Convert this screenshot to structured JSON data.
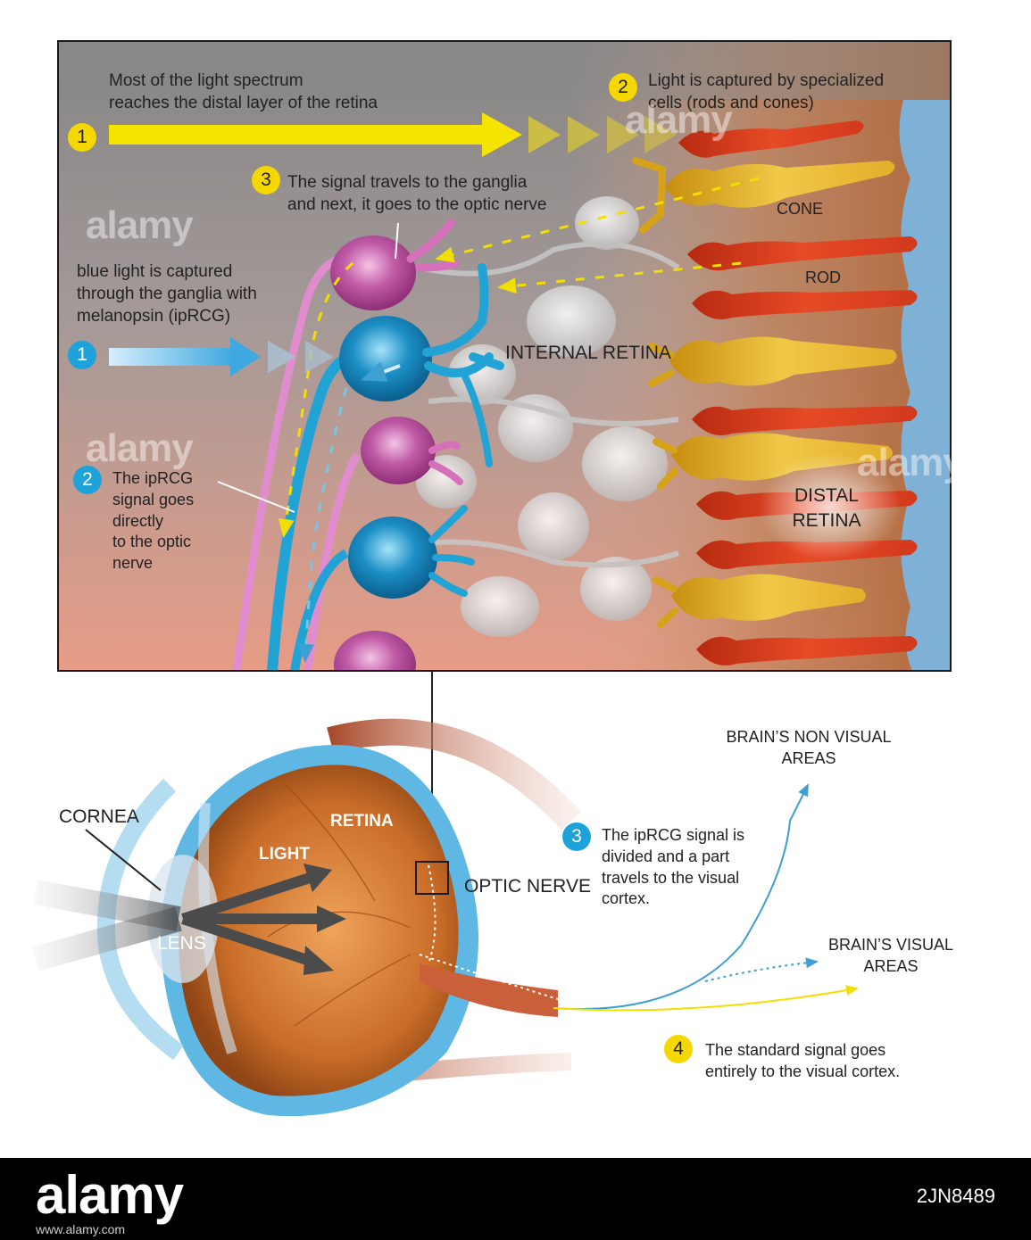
{
  "labels": {
    "step1_yellow": "Most of the light spectrum\nreaches the distal layer of the retina",
    "step2_yellow": "Light is captured by  specialized\ncells (rods and cones)",
    "step3_yellow": "The signal travels to the ganglia\nand next, it goes to the optic nerve",
    "blue_light": "blue light is captured\nthrough the ganglia with\nmelanopsin (ipRCG)",
    "step2_blue": "The ipRCG\nsignal goes\ndirectly\nto the optic\nnerve",
    "internal_retina": "INTERNAL RETINA",
    "distal_retina": "DISTAL\nRETINA",
    "cone": "CONE",
    "rod": "ROD",
    "cornea": "CORNEA",
    "lens": "LENS",
    "retina": "RETINA",
    "light": "LIGHT",
    "optic_nerve": "OPTIC NERVE",
    "brain_non_visual": "BRAIN’S NON VISUAL\nAREAS",
    "brain_visual": "BRAIN’S VISUAL\nAREAS",
    "step3_blue": "The ipRCG signal is\ndivided and a part\ntravels to the visual\ncortex.",
    "step4_yellow": "The standard signal goes\nentirely to the visual cortex."
  },
  "badges": {
    "b1_yellow": "1",
    "b2_yellow": "2",
    "b3_yellow": "3",
    "b1_blue": "1",
    "b2_blue": "2",
    "b3_blue": "3",
    "b4_yellow": "4"
  },
  "watermark": {
    "logo": "alamy",
    "image_id": "2JN8489",
    "footer_link": "www.alamy.com"
  },
  "colors": {
    "yellow_signal": "#f5e400",
    "blue_signal": "#1da3d9",
    "rod_red": "#d8391c",
    "cone_gold": "#e1aa1c",
    "ganglion_pink": "#d670ba",
    "ganglion_blue": "#1aa4d6",
    "eye_orange": "#d2782e",
    "sclera_blue": "#5fb7e3"
  }
}
